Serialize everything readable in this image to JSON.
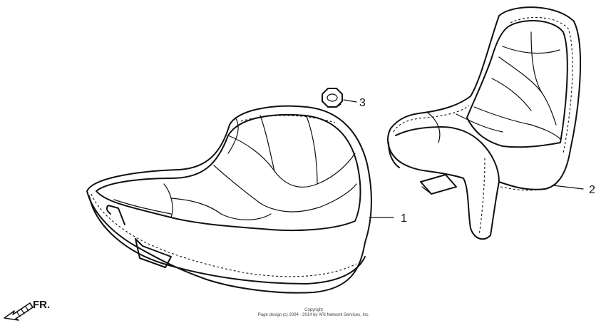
{
  "callouts": {
    "rider_seat": "1",
    "passenger_seat": "2",
    "nut": "3"
  },
  "direction": {
    "label": "FR.",
    "icon": "front-direction-arrow-icon"
  },
  "copyright": {
    "line1": "Copyright",
    "line2": "Page design (c) 2004 - 2014 by ARI Network Services, Inc."
  }
}
